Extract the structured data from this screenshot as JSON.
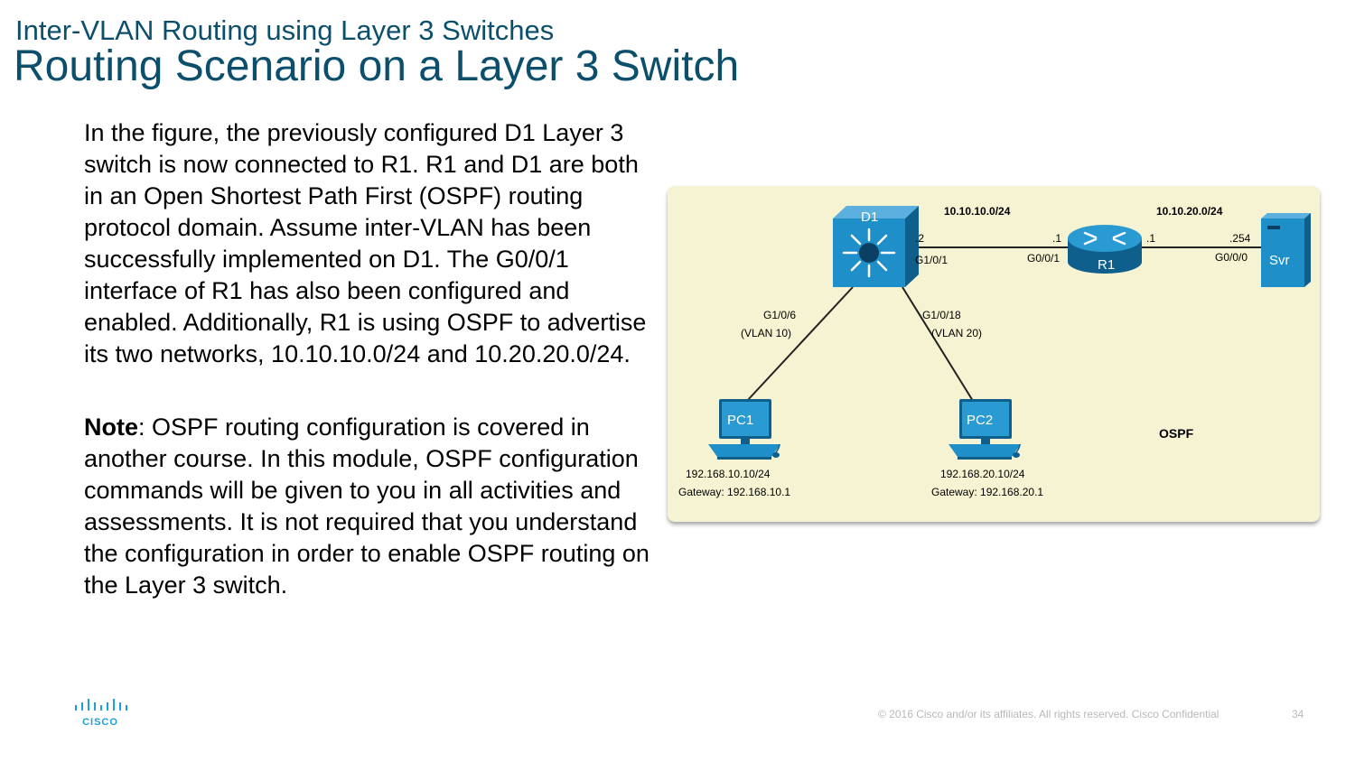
{
  "slide": {
    "subtitle": "Inter-VLAN Routing using Layer 3 Switches",
    "title": "Routing Scenario on a Layer 3 Switch",
    "paragraph1": "In the figure, the previously configured D1 Layer 3 switch is now connected to R1. R1 and D1 are both in an Open Shortest Path First (OSPF) routing protocol domain. Assume inter-VLAN has been successfully implemented on D1. The G0/0/1 interface of R1 has also been configured and enabled. Additionally, R1 is using OSPF to advertise its two networks, 10.10.10.0/24 and 10.20.20.0/24.",
    "note_label": "Note",
    "note_text": ": OSPF routing configuration is covered in another course. In this module, OSPF configuration commands will be given to you in all activities and assessments. It is not required that you understand the configuration in order to enable OSPF routing on the Layer 3 switch."
  },
  "diagram": {
    "colors": {
      "background": "#f5f3d1",
      "device_blue": "#1f8fc9",
      "device_dark": "#0e5f8c"
    },
    "devices": {
      "d1": {
        "label": "D1",
        "icon": "layer3-switch-icon"
      },
      "r1": {
        "label": "R1",
        "icon": "router-icon"
      },
      "svr": {
        "label": "Svr",
        "icon": "server-icon"
      },
      "pc1": {
        "label": "PC1",
        "icon": "pc-icon",
        "ip": "192.168.10.10/24",
        "gateway": "Gateway: 192.168.10.1"
      },
      "pc2": {
        "label": "PC2",
        "icon": "pc-icon",
        "ip": "192.168.20.10/24",
        "gateway": "Gateway: 192.168.20.1"
      }
    },
    "networks": {
      "net1": "10.10.10.0/24",
      "net2": "10.10.20.0/24"
    },
    "interfaces": {
      "d1_r1_host": ".2",
      "d1_r1_port": "G1/0/1",
      "r1_d1_host": ".1",
      "r1_d1_port": "G0/0/1",
      "r1_svr_host": ".1",
      "svr_host": ".254",
      "svr_port": "G0/0/0",
      "d1_pc1_port": "G1/0/6",
      "d1_pc1_vlan": "(VLAN 10)",
      "d1_pc2_port": "G1/0/18",
      "d1_pc2_vlan": "(VLAN 20)"
    },
    "domain_label": "OSPF"
  },
  "footer": {
    "logo_text": "CISCO",
    "copyright": "© 2016  Cisco and/or its affiliates. All rights reserved.   Cisco Confidential",
    "page_number": "34"
  }
}
